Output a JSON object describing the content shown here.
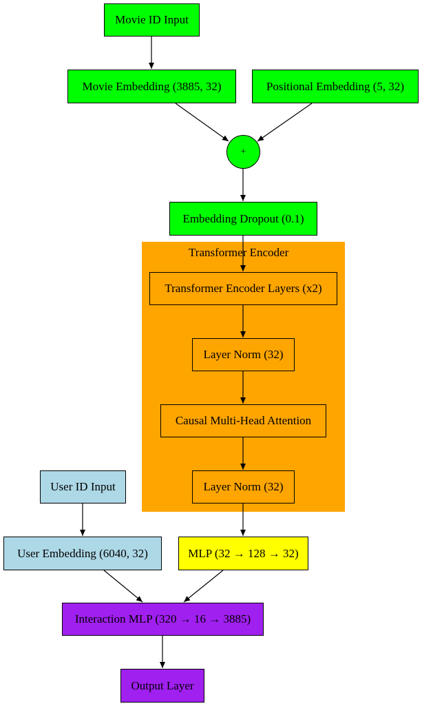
{
  "nodes": {
    "movie_id_input": "Movie ID Input",
    "movie_embedding": "Movie Embedding (3885, 32)",
    "positional_embedding": "Positional Embedding (5, 32)",
    "add": "+",
    "embedding_dropout": "Embedding Dropout (0.1)",
    "transformer_encoder_layers": "Transformer Encoder Layers (x2)",
    "layer_norm_1": "Layer Norm (32)",
    "causal_attention": "Causal Multi-Head Attention",
    "layer_norm_2": "Layer Norm (32)",
    "user_id_input": "User ID Input",
    "user_embedding": "User Embedding (6040, 32)",
    "mlp": "MLP (32 → 128 → 32)",
    "interaction_mlp": "Interaction MLP (320 → 16 → 3885)",
    "output_layer": "Output Layer"
  },
  "clusters": {
    "transformer_encoder": "Transformer Encoder"
  },
  "colors": {
    "movie_branch": "#00ff00",
    "transformer": "#ffa500",
    "user_branch": "#add8e6",
    "mlp": "#ffff00",
    "output": "#a020f0"
  }
}
